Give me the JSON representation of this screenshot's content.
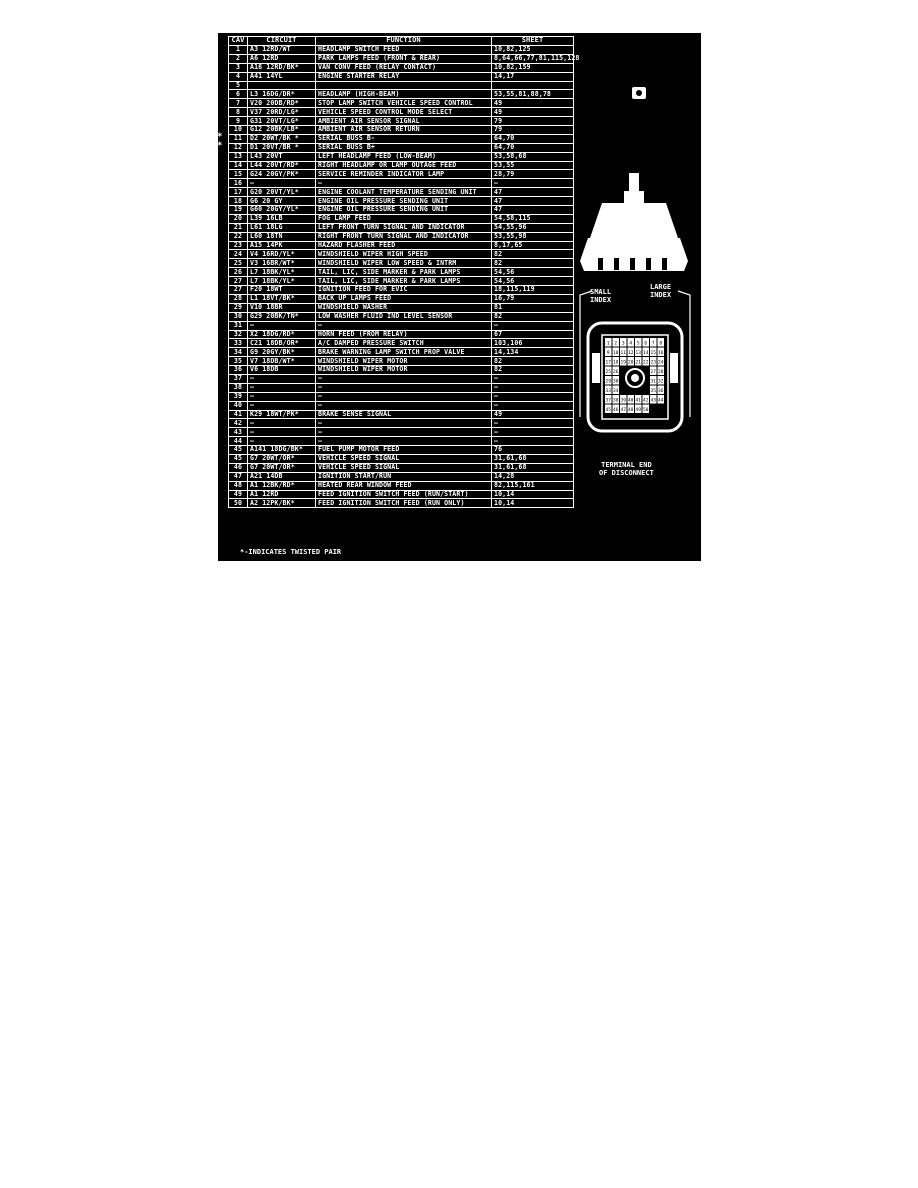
{
  "table": {
    "headers": {
      "cav": "CAV",
      "circuit": "CIRCUIT",
      "function": "FUNCTION",
      "sheet": "SHEET"
    },
    "rows": [
      {
        "cav": "1",
        "circuit": "A3 12RD/WT",
        "function": "HEADLAMP SWITCH FEED",
        "sheet": "10,82,125"
      },
      {
        "cav": "2",
        "circuit": "A6 12RD",
        "function": "PARK LAMPS FEED (FRONT & REAR)",
        "sheet": "8,64,66,77,81,115,128"
      },
      {
        "cav": "3",
        "circuit": "A16 12RD/BK*",
        "function": "VAN CONV FEED (RELAY CONTACT)",
        "sheet": "10,82,159"
      },
      {
        "cav": "4",
        "circuit": "A41 14YL",
        "function": "ENGINE STARTER RELAY",
        "sheet": "14,17"
      },
      {
        "cav": "5",
        "circuit": "",
        "function": "",
        "sheet": ""
      },
      {
        "cav": "6",
        "circuit": "L3 16DG/DR*",
        "function": "HEADLAMP (HIGH-BEAM)",
        "sheet": "53,55,81,88,78"
      },
      {
        "cav": "7",
        "circuit": "V20 20DB/RD*",
        "function": "STOP LAMP SWITCH VEHICLE SPEED CONTROL",
        "sheet": "49"
      },
      {
        "cav": "8",
        "circuit": "V37 20RD/LG*",
        "function": "VEHICLE SPEED CONTROL MODE SELECT",
        "sheet": "49"
      },
      {
        "cav": "9",
        "circuit": "G31 20VT/LG*",
        "function": "AMBIENT AIR SENSOR SIGNAL",
        "sheet": "79"
      },
      {
        "cav": "10",
        "circuit": "G12 20BK/LB*",
        "function": "AMBIENT AIR SENSOR RETURN",
        "sheet": "79"
      },
      {
        "cav": "11",
        "circuit": "D2 20WT/BK *",
        "function": "SERIAL BUSS B-",
        "sheet": "64,70",
        "twisted": true
      },
      {
        "cav": "12",
        "circuit": "D1 20VT/BR *",
        "function": "SERIAL BUSS B+",
        "sheet": "64,70",
        "twisted": true
      },
      {
        "cav": "13",
        "circuit": "L43 20VT",
        "function": "LEFT HEADLAMP FEED (LOW-BEAM)",
        "sheet": "53,58,68"
      },
      {
        "cav": "14",
        "circuit": "L44 20VT/RD*",
        "function": "RIGHT HEADLAMP OR LAMP OUTAGE FEED",
        "sheet": "53,55"
      },
      {
        "cav": "15",
        "circuit": "G24 20GY/PK*",
        "function": "SERVICE REMINDER INDICATOR LAMP",
        "sheet": "28,79"
      },
      {
        "cav": "16",
        "circuit": "—",
        "function": "—",
        "sheet": "—"
      },
      {
        "cav": "17",
        "circuit": "G20 20VT/YL*",
        "function": "ENGINE COOLANT TEMPERATURE SENDING UNIT",
        "sheet": "47"
      },
      {
        "cav": "18",
        "circuit": "G6 20 GY",
        "function": "ENGINE OIL PRESSURE SENDING UNIT",
        "sheet": "47"
      },
      {
        "cav": "19",
        "circuit": "G60 20GY/YL*",
        "function": "ENGINE OIL PRESSURE SENDING UNIT",
        "sheet": "47"
      },
      {
        "cav": "20",
        "circuit": "L39 16LB",
        "function": "FOG LAMP FEED",
        "sheet": "54,58,115"
      },
      {
        "cav": "21",
        "circuit": "L61 18LG",
        "function": "LEFT FRONT TURN SIGNAL AND INDICATOR",
        "sheet": "54,55,96"
      },
      {
        "cav": "22",
        "circuit": "L60 18TN",
        "function": "RIGHT FRONT TURN SIGNAL AND INDICATOR",
        "sheet": "53,55,98"
      },
      {
        "cav": "23",
        "circuit": "A15 14PK",
        "function": "HAZARD FLASHER FEED",
        "sheet": "8,17,65"
      },
      {
        "cav": "24",
        "circuit": "V4 16RD/YL*",
        "function": "WINDSHIELD WIPER HIGH SPEED",
        "sheet": "82"
      },
      {
        "cav": "25",
        "circuit": "V3 16BR/WT*",
        "function": "WINDSHIELD WIPER LOW SPEED & INTRM",
        "sheet": "82"
      },
      {
        "cav": "26",
        "circuit": "L7 18BK/YL*",
        "function": "TAIL, LIC, SIDE MARKER & PARK LAMPS",
        "sheet": "54,56"
      },
      {
        "cav": "27",
        "circuit": "L7 18BK/YL*",
        "function": "TAIL, LIC, SIDE MARKER & PARK LAMPS",
        "sheet": "54,56"
      },
      {
        "cav": "27",
        "circuit": "F20 18WT",
        "function": "IGNITION FEED FOR EVIC",
        "sheet": "18,115,119"
      },
      {
        "cav": "28",
        "circuit": "L1 18VT/BK*",
        "function": "BACK UP LAMPS FEED",
        "sheet": "16,79"
      },
      {
        "cav": "29",
        "circuit": "V10 18BR",
        "function": "WINDSHIELD WASHER",
        "sheet": "81"
      },
      {
        "cav": "30",
        "circuit": "G29 20BK/TN*",
        "function": "LOW WASHER FLUID IND LEVEL SENSOR",
        "sheet": "82"
      },
      {
        "cav": "31",
        "circuit": "—",
        "function": "—",
        "sheet": "—"
      },
      {
        "cav": "32",
        "circuit": "X2 18DG/RD*",
        "function": "HORN FEED (FROM RELAY)",
        "sheet": "67"
      },
      {
        "cav": "33",
        "circuit": "C21 18DB/OR*",
        "function": "A/C DAMPED PRESSURE SWITCH",
        "sheet": "103,106"
      },
      {
        "cav": "34",
        "circuit": "G9 20GY/BK*",
        "function": "BRAKE WARNING LAMP SWITCH PROP VALVE",
        "sheet": "14,134"
      },
      {
        "cav": "35",
        "circuit": "V7 18DB/WT*",
        "function": "WINDSHIELD WIPER MOTOR",
        "sheet": "82"
      },
      {
        "cav": "36",
        "circuit": "V6 18DB",
        "function": "WINDSHIELD WIPER MOTOR",
        "sheet": "82"
      },
      {
        "cav": "37",
        "circuit": "—",
        "function": "—",
        "sheet": "—"
      },
      {
        "cav": "38",
        "circuit": "—",
        "function": "—",
        "sheet": "—"
      },
      {
        "cav": "39",
        "circuit": "—",
        "function": "—",
        "sheet": "—"
      },
      {
        "cav": "40",
        "circuit": "—",
        "function": "—",
        "sheet": "—"
      },
      {
        "cav": "41",
        "circuit": "K29 18WT/PK*",
        "function": "BRAKE SENSE SIGNAL",
        "sheet": "49"
      },
      {
        "cav": "42",
        "circuit": "—",
        "function": "—",
        "sheet": "—"
      },
      {
        "cav": "43",
        "circuit": "—",
        "function": "—",
        "sheet": "—"
      },
      {
        "cav": "44",
        "circuit": "—",
        "function": "—",
        "sheet": "—"
      },
      {
        "cav": "45",
        "circuit": "A141 18DG/BK*",
        "function": "FUEL PUMP MOTOR FEED",
        "sheet": "76"
      },
      {
        "cav": "45",
        "circuit": "G7 20WT/OR*",
        "function": "VEHICLE SPEED SIGNAL",
        "sheet": "31,61,68"
      },
      {
        "cav": "46",
        "circuit": "G7 20WT/OR*",
        "function": "VEHICLE SPEED SIGNAL",
        "sheet": "31,61,68"
      },
      {
        "cav": "47",
        "circuit": "A21 14DB",
        "function": "IGNITION START/RUN",
        "sheet": "14,28"
      },
      {
        "cav": "48",
        "circuit": "A1 12BK/RD*",
        "function": "HEATED REAR WINDOW FEED",
        "sheet": "82,115,161"
      },
      {
        "cav": "49",
        "circuit": "A1 12RD",
        "function": "FEED IGNITION SWITCH FEED (RUN/START)",
        "sheet": "10,14"
      },
      {
        "cav": "50",
        "circuit": "A2 12PK/BK*",
        "function": "FEED IGNITION SWITCH FEED (RUN ONLY)",
        "sheet": "10,14"
      }
    ]
  },
  "footnote": "*-INDICATES TWISTED PAIR",
  "twisted_marker": "*",
  "diagram": {
    "small_index": "SMALL\nINDEX",
    "large_index": "LARGE\nINDEX",
    "terminal_end": "TERMINAL END\nOF DISCONNECT",
    "cavity_numbers": [
      "1",
      "2",
      "3",
      "4",
      "5",
      "6",
      "7",
      "8",
      "9",
      "10",
      "11",
      "12",
      "13",
      "14",
      "15",
      "16",
      "17",
      "18",
      "19",
      "20",
      "21",
      "22",
      "23",
      "24",
      "25",
      "26",
      "27",
      "28",
      "29",
      "30",
      "31",
      "32",
      "33",
      "34",
      "35",
      "36",
      "37",
      "38",
      "39",
      "40",
      "41",
      "42",
      "43",
      "44",
      "45",
      "46",
      "47",
      "48",
      "49",
      "50"
    ]
  },
  "colors": {
    "sheet_bg": "#000000",
    "ink": "#ffffff",
    "page_bg": "#ffffff"
  }
}
